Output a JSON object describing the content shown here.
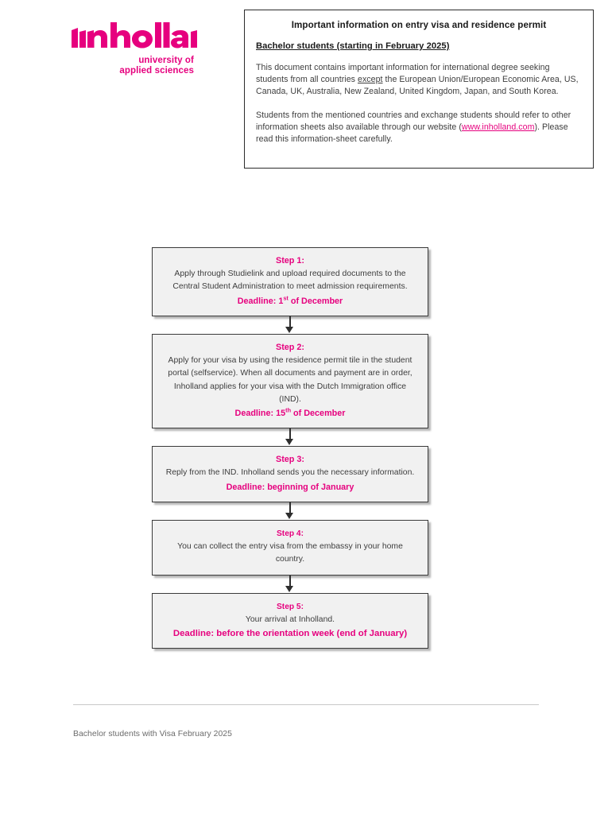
{
  "brand": {
    "accent_color": "#E6007E",
    "logo_wordmark": "inholland",
    "logo_tagline_line1": "university of",
    "logo_tagline_line2": "applied sciences"
  },
  "header": {
    "title": "Important information on entry visa and residence permit",
    "subtitle": "Bachelor students (starting in February 2025)",
    "paragraph1_pre": "This document contains important information for international degree seeking students from all countries ",
    "paragraph1_underlined": "except",
    "paragraph1_post": " the European Union/European Economic Area, US, Canada, UK, Australia, New Zealand, United Kingdom, Japan, and South Korea.",
    "paragraph2_pre": "Students from the mentioned countries and exchange students should refer to other information sheets also available through our website (",
    "paragraph2_link": "www.inholland.com",
    "paragraph2_post": "). Please read this information-sheet carefully."
  },
  "flow": {
    "steps": [
      {
        "title": "Step 1:",
        "body": "Apply through Studielink and upload required documents to the Central Student Administration to meet admission requirements.",
        "deadline_pre": "Deadline: 1",
        "deadline_sup": "st",
        "deadline_post": " of December"
      },
      {
        "title": "Step 2:",
        "body": "Apply for your visa by using the residence permit tile in the student portal (selfservice). When all documents and payment are in order, Inholland applies for your visa with the Dutch Immigration office (IND).",
        "deadline_pre": "Deadline: 15",
        "deadline_sup": "th",
        "deadline_post": " of December"
      },
      {
        "title": "Step 3:",
        "body": "Reply from the IND. Inholland sends you the necessary information.",
        "deadline_pre": "Deadline: beginning of January",
        "deadline_sup": "",
        "deadline_post": ""
      },
      {
        "title": "Step 4:",
        "body": "You can collect the entry visa from the embassy in your home country.",
        "deadline_pre": "",
        "deadline_sup": "",
        "deadline_post": ""
      },
      {
        "title": "Step 5:",
        "body": "Your arrival at Inholland.",
        "deadline_pre": "Deadline: before the orientation week (end of January)",
        "deadline_sup": "",
        "deadline_post": ""
      }
    ]
  },
  "footer": {
    "text": "Bachelor students with Visa February 2025"
  }
}
